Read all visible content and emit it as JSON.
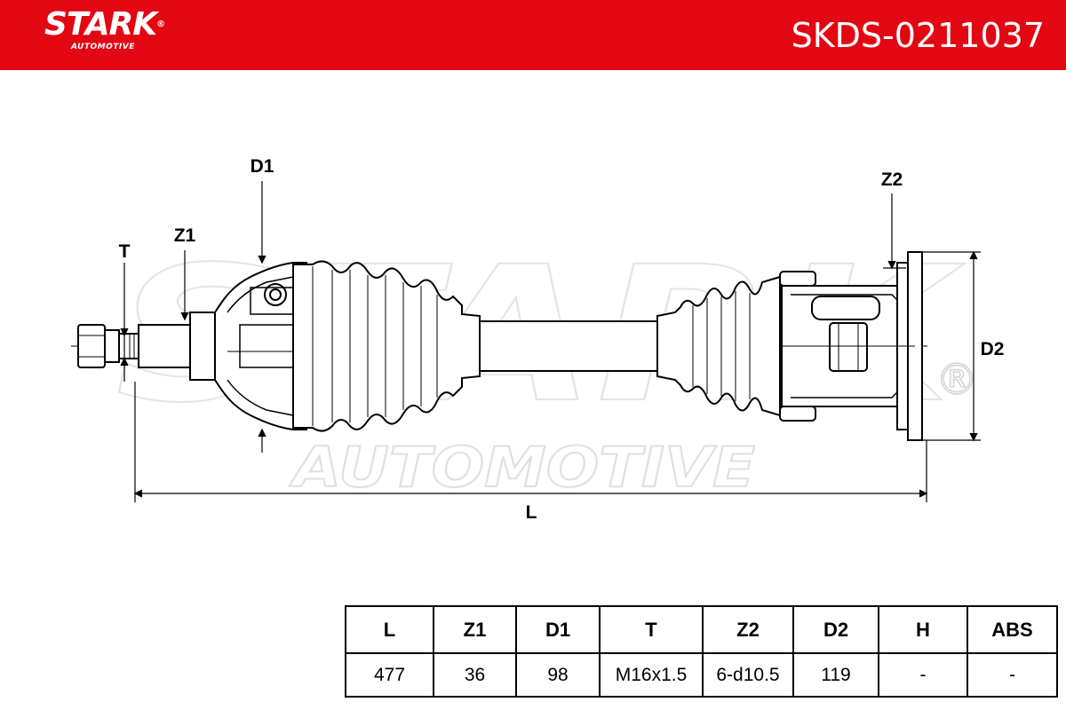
{
  "brand": {
    "name": "STARK",
    "registered": "®",
    "tagline": "AUTOMOTIVE"
  },
  "part_number": "SKDS-0211037",
  "colors": {
    "brand_red": "#e30613",
    "line": "#000000",
    "watermark": "#d4d4d4"
  },
  "watermark": {
    "line1": "STARK",
    "line2": "AUTOMOTIVE",
    "registered": "®"
  },
  "diagram": {
    "labels": {
      "T": "T",
      "Z1": "Z1",
      "D1": "D1",
      "Z2": "Z2",
      "D2": "D2",
      "L": "L"
    }
  },
  "spec_table": {
    "headers": [
      "L",
      "Z1",
      "D1",
      "T",
      "Z2",
      "D2",
      "H",
      "ABS"
    ],
    "values": [
      "477",
      "36",
      "98",
      "M16x1.5",
      "6-d10.5",
      "119",
      "-",
      "-"
    ]
  }
}
